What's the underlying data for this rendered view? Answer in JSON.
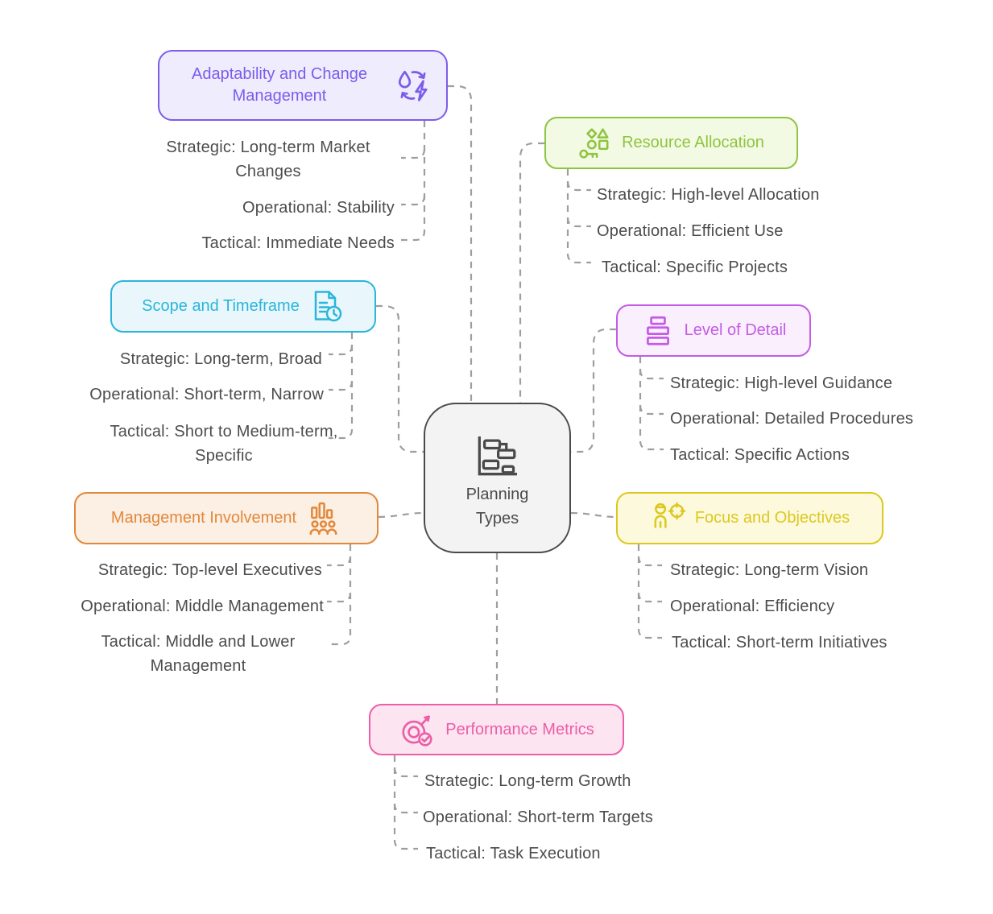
{
  "center": {
    "label": "Planning Types",
    "icon": "gantt-chart-icon",
    "accent": "#4a4a4a",
    "fill": "#f3f3f3"
  },
  "connector_color": "#9e9e9e",
  "item_text_color": "#4c4c4c",
  "branches": [
    {
      "id": "adaptability",
      "title": "Adaptability and Change Management",
      "icon": "change-cycle-icon",
      "accent": "#7c5cea",
      "fill": "#efecfd",
      "items": [
        "Strategic: Long-term Market Changes",
        "Operational: Stability",
        "Tactical: Immediate Needs"
      ]
    },
    {
      "id": "resource",
      "title": "Resource Allocation",
      "icon": "shapes-key-icon",
      "accent": "#8ec43f",
      "fill": "#f3fae4",
      "items": [
        "Strategic: High-level Allocation",
        "Operational: Efficient Use",
        "Tactical: Specific Projects"
      ]
    },
    {
      "id": "scope",
      "title": "Scope and Timeframe",
      "icon": "document-clock-icon",
      "accent": "#2ab5da",
      "fill": "#e9f7fc",
      "items": [
        "Strategic: Long-term, Broad",
        "Operational: Short-term, Narrow",
        "Tactical: Short to Medium-term, Specific"
      ]
    },
    {
      "id": "detail",
      "title": "Level of Detail",
      "icon": "stacked-bars-icon",
      "accent": "#c55be6",
      "fill": "#faeffd",
      "items": [
        "Strategic: High-level Guidance",
        "Operational: Detailed Procedures",
        "Tactical: Specific Actions"
      ]
    },
    {
      "id": "management",
      "title": "Management Involvement",
      "icon": "chart-people-icon",
      "accent": "#e2883c",
      "fill": "#fcefe3",
      "items": [
        "Strategic: Top-level Executives",
        "Operational: Middle Management",
        "Tactical: Middle and Lower Management"
      ]
    },
    {
      "id": "focus",
      "title": "Focus and Objectives",
      "icon": "person-target-icon",
      "accent": "#ddc81f",
      "fill": "#fcf9dd",
      "items": [
        "Strategic: Long-term Vision",
        "Operational: Efficiency",
        "Tactical: Short-term Initiatives"
      ]
    },
    {
      "id": "performance",
      "title": "Performance Metrics",
      "icon": "target-check-icon",
      "accent": "#ec5ea6",
      "fill": "#fce4f1",
      "items": [
        "Strategic: Long-term Growth",
        "Operational: Short-term Targets",
        "Tactical: Task Execution"
      ]
    }
  ]
}
